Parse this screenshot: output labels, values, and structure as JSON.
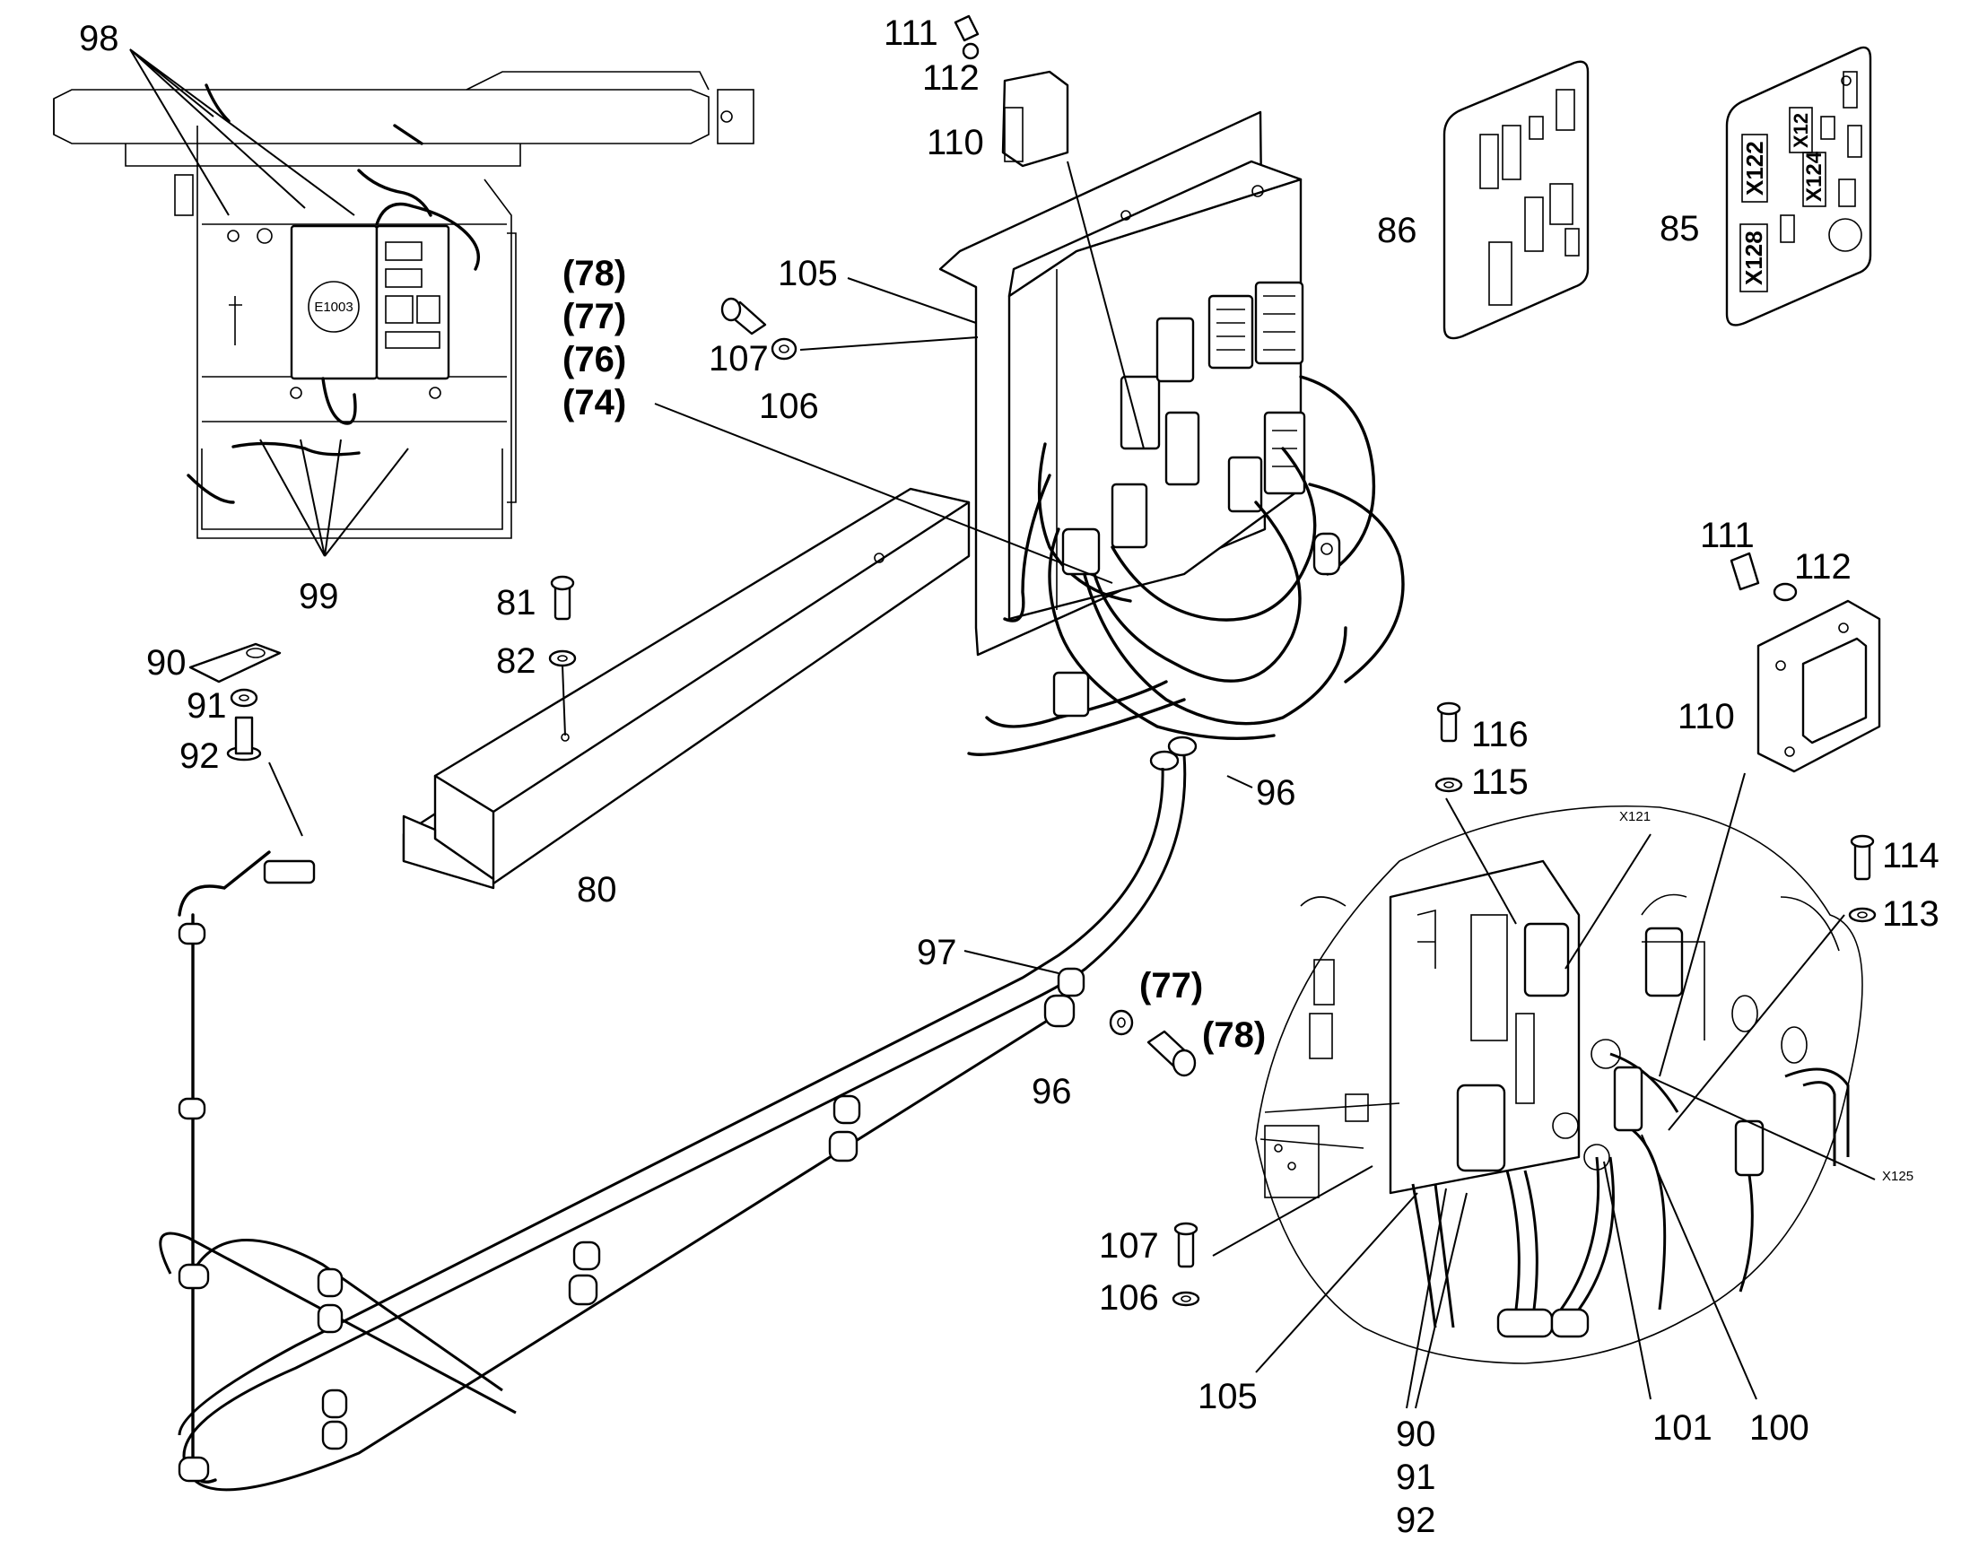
{
  "overview_inset": {
    "module_label": "E1003"
  },
  "callouts": {
    "c98": "98",
    "c99": "99",
    "c111a": "111",
    "c112a": "112",
    "c110a": "110",
    "c86": "86",
    "c85": "85",
    "c105a": "105",
    "c107a": "107",
    "c106a": "106",
    "c78a": "(78)",
    "c77a": "(77)",
    "c76": "(76)",
    "c74": "(74)",
    "c81": "81",
    "c82": "82",
    "c80": "80",
    "c90a": "90",
    "c91a": "91",
    "c92a": "92",
    "c96a": "96",
    "c97": "97",
    "c96b": "96",
    "c77b": "(77)",
    "c78b": "(78)",
    "c111b": "111",
    "c112b": "112",
    "c110b": "110",
    "c116": "116",
    "c115": "115",
    "c114": "114",
    "c113": "113",
    "c107b": "107",
    "c106b": "106",
    "c105b": "105",
    "c90b": "90",
    "c91b": "91",
    "c92b": "92",
    "c101": "101",
    "c100": "100"
  },
  "connector_tags": {
    "x121": "X121",
    "x125": "X125"
  },
  "plate85_labels": {
    "x122": "X122",
    "x124": "X124",
    "x128": "X128",
    "x12": "X12"
  }
}
